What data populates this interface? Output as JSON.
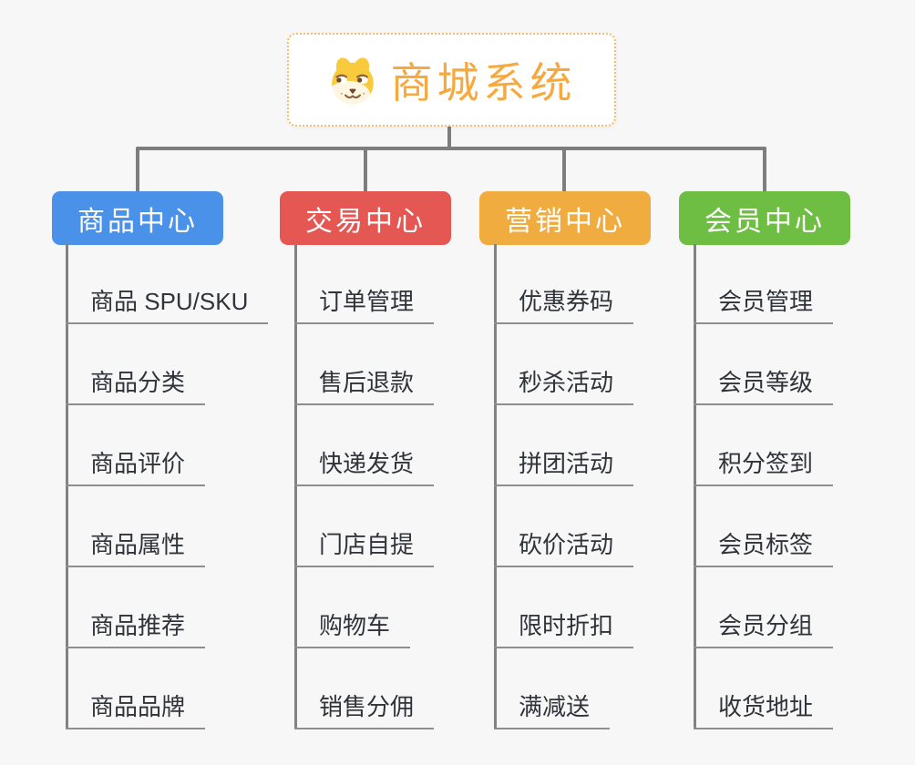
{
  "root": {
    "title": "商城系统",
    "icon": "shiba-dog-icon",
    "title_color": "#f5a93f",
    "border_color": "#f6bd68"
  },
  "connector_color": "#7d7d7d",
  "branches": [
    {
      "label": "商品中心",
      "color": "#4a91e9",
      "children": [
        "商品 SPU/SKU",
        "商品分类",
        "商品评价",
        "商品属性",
        "商品推荐",
        "商品品牌"
      ]
    },
    {
      "label": "交易中心",
      "color": "#e55752",
      "children": [
        "订单管理",
        "售后退款",
        "快递发货",
        "门店自提",
        "购物车",
        "销售分佣"
      ]
    },
    {
      "label": "营销中心",
      "color": "#f0ac3e",
      "children": [
        "优惠券码",
        "秒杀活动",
        "拼团活动",
        "砍价活动",
        "限时折扣",
        "满减送"
      ]
    },
    {
      "label": "会员中心",
      "color": "#6ebe44",
      "children": [
        "会员管理",
        "会员等级",
        "积分签到",
        "会员标签",
        "会员分组",
        "收货地址"
      ]
    }
  ]
}
